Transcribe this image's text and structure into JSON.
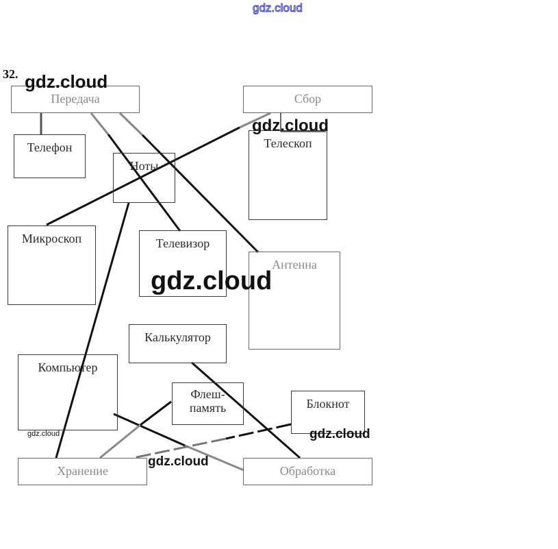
{
  "watermark": "gdz.cloud",
  "task_number": "32.",
  "nodes": {
    "peredacha": "Передача",
    "sbor": "Сбор",
    "telefon": "Телефон",
    "noty": "Ноты",
    "teleskop": "Телескоп",
    "mikroskop": "Микроскоп",
    "televizor": "Телевизор",
    "antenna": "Антенна",
    "kalkulyator": "Калькулятор",
    "kompyuter": "Компьютер",
    "flesh_line1": "Флеш-",
    "flesh_line2": "память",
    "bloknot": "Блокнот",
    "khranenie": "Хранение",
    "obrabotka": "Обработка"
  },
  "connections": [
    {
      "from": "Передача",
      "to": "Телефон"
    },
    {
      "from": "Передача",
      "to": "Телевизор"
    },
    {
      "from": "Передача",
      "to": "Антенна"
    },
    {
      "from": "Сбор",
      "to": "Телескоп"
    },
    {
      "from": "Сбор",
      "to": "Микроскоп"
    },
    {
      "from": "Ноты",
      "to": "Хранение"
    },
    {
      "from": "Компьютер",
      "to": "Обработка"
    },
    {
      "from": "Флеш-память",
      "to": "Хранение"
    },
    {
      "from": "Блокнот",
      "to": "Хранение"
    },
    {
      "from": "Калькулятор",
      "to": "Обработка"
    }
  ],
  "colors": {
    "line_dark": "#111111",
    "line_grey": "#8a8a8a",
    "watermark_top": "#3b3bc4"
  }
}
